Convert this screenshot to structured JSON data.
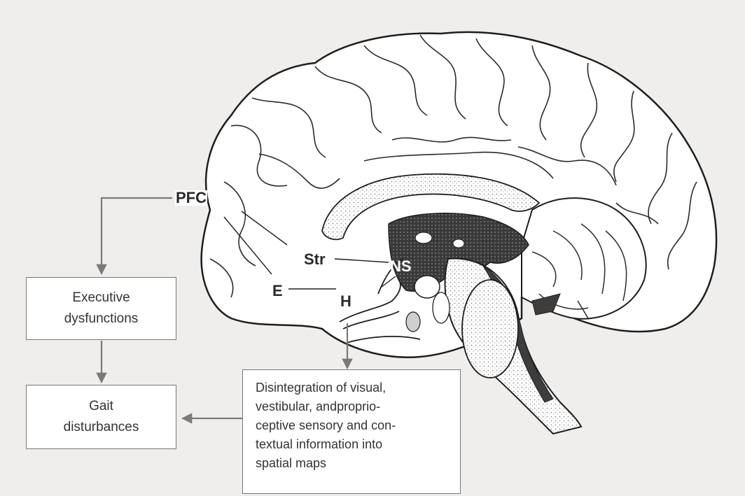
{
  "labels": {
    "pfc": "PFC",
    "str": "Str",
    "ns": "NS",
    "e": "E",
    "h": "H"
  },
  "boxes": {
    "executive": {
      "lines": [
        "Executive",
        "dysfunctions"
      ]
    },
    "gait": {
      "lines": [
        "Gait",
        "disturbances"
      ]
    },
    "disintegration": {
      "lines": [
        "Disintegration of visual,",
        "vestibular, andproprio-",
        "ceptive sensory and con-",
        "textual information into",
        "spatial maps"
      ]
    }
  },
  "colors": {
    "arrow": "#7a7a7a",
    "outline": "#1e1e1e",
    "fill_dark": "#4a4a4a",
    "fill_light": "#d8d8d8"
  }
}
